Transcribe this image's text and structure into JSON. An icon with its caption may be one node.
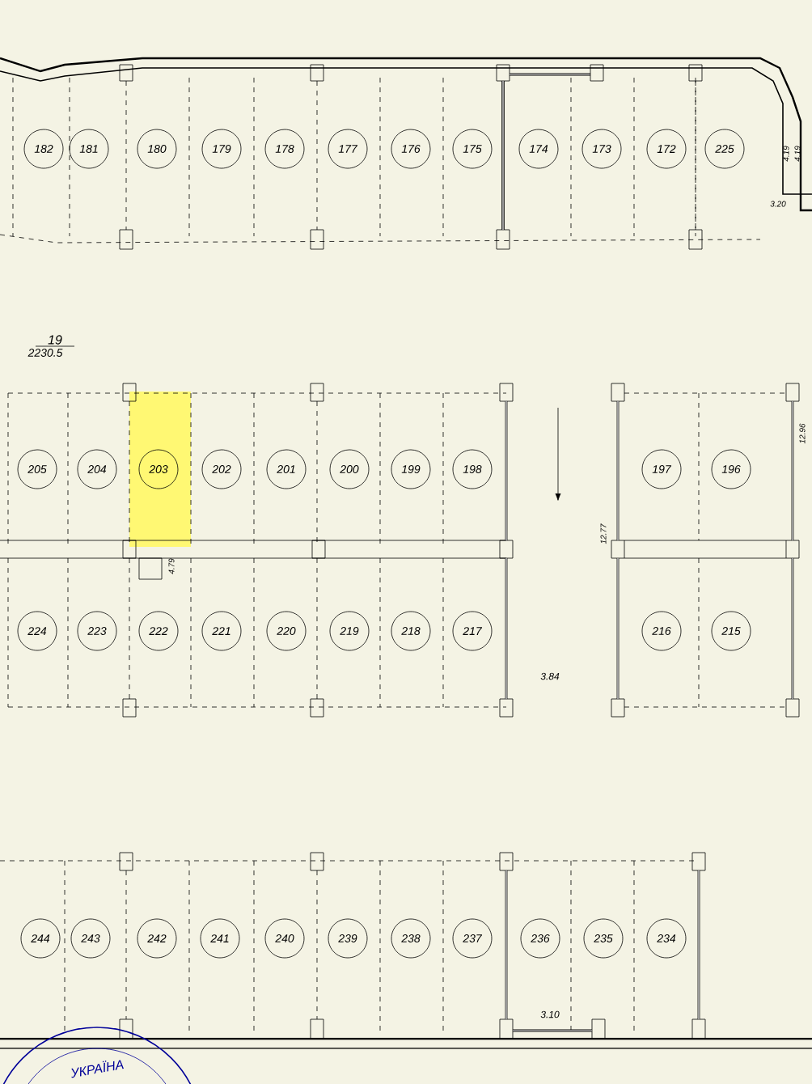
{
  "diagram": {
    "nodes": [
      {
        "text": [
          "182"
        ]
      },
      {
        "text": [
          "181"
        ]
      },
      {
        "text": [
          "180"
        ]
      },
      {
        "text": [
          "179"
        ]
      },
      {
        "text": [
          "178"
        ]
      },
      {
        "text": [
          "177"
        ]
      },
      {
        "text": [
          "176"
        ]
      },
      {
        "text": [
          "175"
        ]
      },
      {
        "text": [
          "174"
        ]
      },
      {
        "text": [
          "173"
        ]
      },
      {
        "text": [
          "172"
        ]
      },
      {
        "text": [
          "225"
        ]
      },
      {
        "text": [
          "205"
        ]
      },
      {
        "text": [
          "204"
        ]
      },
      {
        "text": [
          "203"
        ]
      },
      {
        "text": [
          "202"
        ]
      },
      {
        "text": [
          "201"
        ]
      },
      {
        "text": [
          "200"
        ]
      },
      {
        "text": [
          "199"
        ]
      },
      {
        "text": [
          "198"
        ]
      },
      {
        "text": [
          "197"
        ]
      },
      {
        "text": [
          "196"
        ]
      },
      {
        "text": [
          "224"
        ]
      },
      {
        "text": [
          "223"
        ]
      },
      {
        "text": [
          "222"
        ]
      },
      {
        "text": [
          "221"
        ]
      },
      {
        "text": [
          "220"
        ]
      },
      {
        "text": [
          "219"
        ]
      },
      {
        "text": [
          "218"
        ]
      },
      {
        "text": [
          "217"
        ]
      },
      {
        "text": [
          "216"
        ]
      },
      {
        "text": [
          "215"
        ]
      },
      {
        "text": [
          "244"
        ]
      },
      {
        "text": [
          "243"
        ]
      },
      {
        "text": [
          "242"
        ]
      },
      {
        "text": [
          "241"
        ]
      },
      {
        "text": [
          "240"
        ]
      },
      {
        "text": [
          "239"
        ]
      },
      {
        "text": [
          "238"
        ]
      },
      {
        "text": [
          "237"
        ]
      },
      {
        "text": [
          "236"
        ]
      },
      {
        "text": [
          "235"
        ]
      },
      {
        "text": [
          "234"
        ]
      }
    ],
    "edges": [],
    "labels": [
      "19",
      "2230.5",
      "4.19",
      "4.19",
      "3.20",
      "4.79",
      "12.77",
      "12.96",
      "3.84",
      "3.10",
      "УКРАЇНА"
    ]
  }
}
